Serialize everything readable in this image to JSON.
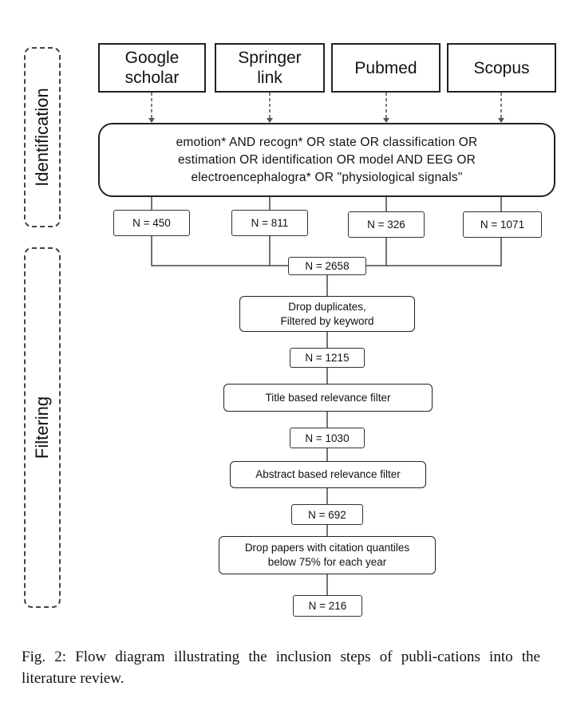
{
  "phases": {
    "identification": "Identification",
    "filtering": "Filtering"
  },
  "sources": [
    {
      "label": "Google\nscholar"
    },
    {
      "label": "Springer\nlink"
    },
    {
      "label": "Pubmed"
    },
    {
      "label": "Scopus"
    }
  ],
  "query": "emotion* AND recogn* OR state OR classification OR\nestimation OR identification OR model AND EEG OR\nelectroencephalogra* OR \"physiological signals\"",
  "source_counts": [
    "N = 450",
    "N = 811",
    "N = 326",
    "N = 1071"
  ],
  "steps": {
    "total": "N = 2658",
    "dedup": "Drop duplicates,\nFiltered by keyword",
    "after_dedup": "N = 1215",
    "title_filter": "Title based relevance filter",
    "after_title": "N = 1030",
    "abstract_filter": "Abstract based relevance filter",
    "after_abstract": "N = 692",
    "citation_filter": "Drop papers with citation quantiles\nbelow 75% for each year",
    "final": "N = 216"
  },
  "caption": "Fig. 2: Flow diagram illustrating the inclusion steps of publi-cations into the literature review."
}
